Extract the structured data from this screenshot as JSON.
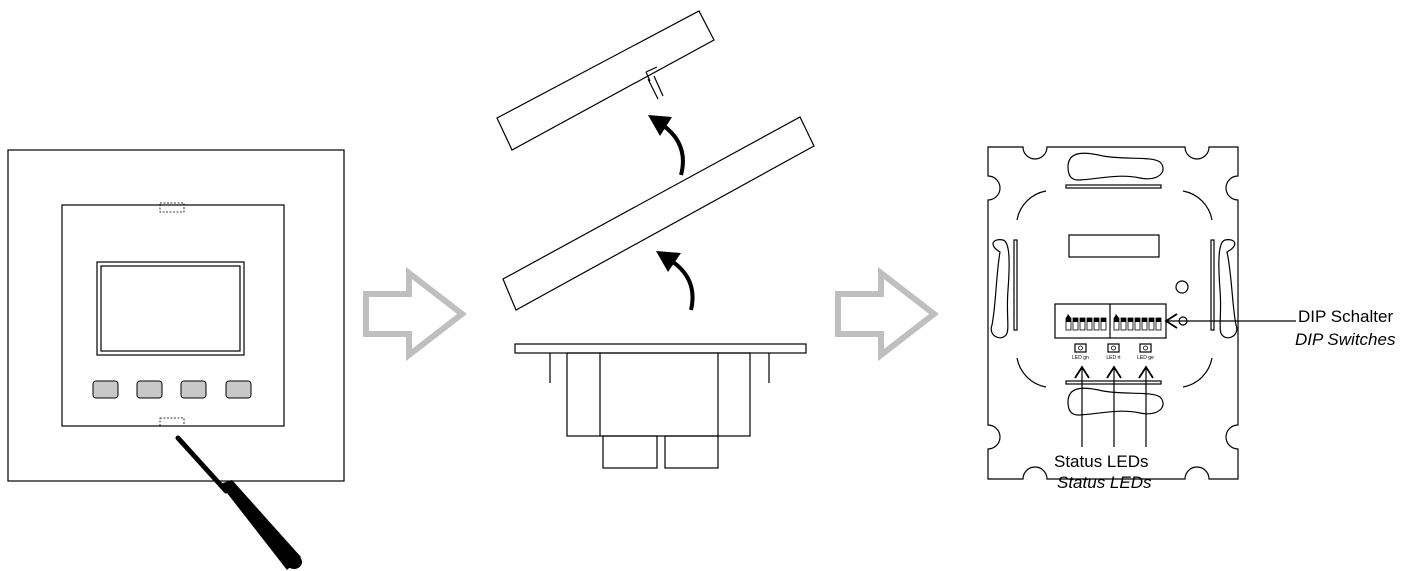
{
  "callouts": {
    "dip_de": "DIP Schalter",
    "dip_en": "DIP Switches",
    "status_de": "Status LEDs",
    "status_en": "Status LEDs"
  },
  "led_labels": [
    "LED gn",
    "LED rt",
    "LED ge"
  ],
  "colors": {
    "stroke": "#000000",
    "arrow_fill": "#bfbfbf",
    "button_fill": "#c8c8c8",
    "background": "#ffffff"
  }
}
